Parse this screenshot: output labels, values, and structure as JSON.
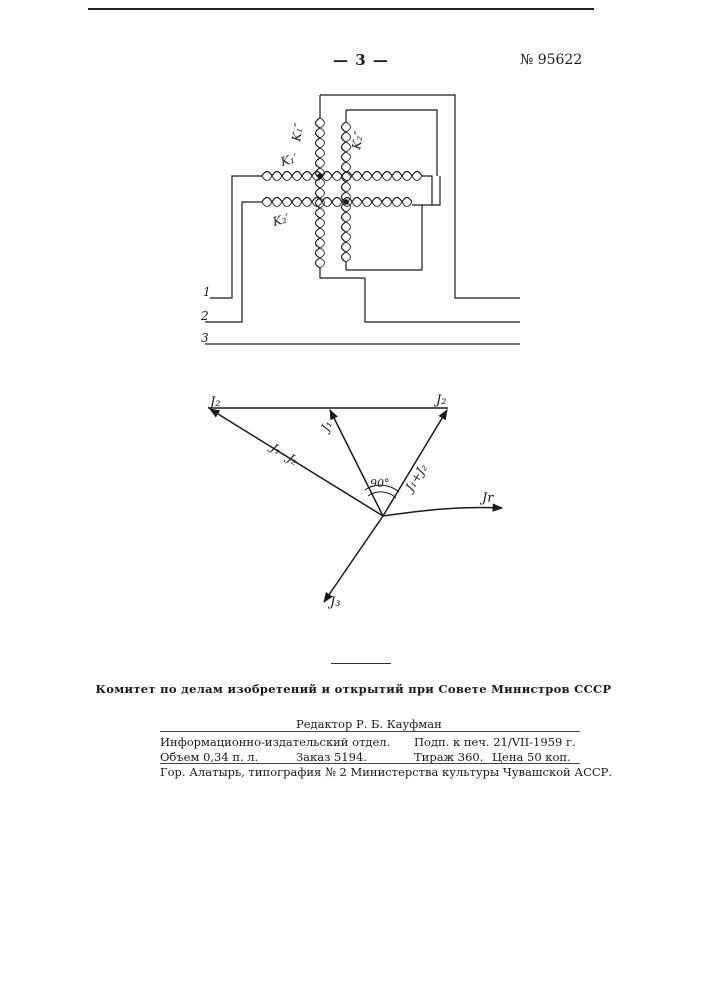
{
  "header": {
    "page_number": "— 3 —",
    "patent_number": "№ 95622"
  },
  "circuit": {
    "labels": {
      "k1_double": "K₁″",
      "k2_double": "K₂″",
      "k1": "K₁′",
      "k2": "K₂′",
      "line1": "1",
      "line2": "2",
      "line3": "3"
    }
  },
  "vectors": {
    "labels": {
      "j2_left": "J₂",
      "j2_right": "J₂",
      "j1": "J₁",
      "j1_minus_j2": "J₁−J₂",
      "j1_plus_j2": "J₁+J₂",
      "angle": "90°",
      "jr": "Jr",
      "j3": "J₃"
    }
  },
  "footer": {
    "committee": "Комитет по делам изобретений и открытий при Совете Министров СССР",
    "editor": "Редактор Р. Б. Кауфман",
    "dept": "Информационно-издательский отдел.",
    "signed": "Подп. к печ. 21/VII-1959 г.",
    "volume": "Объем 0,34 п. л.",
    "order": "Заказ 5194.",
    "run": "Тираж 360.",
    "price": "Цена 50 коп.",
    "printer": "Гор. Алатырь, типография № 2 Министерства культуры Чувашской АССР."
  }
}
